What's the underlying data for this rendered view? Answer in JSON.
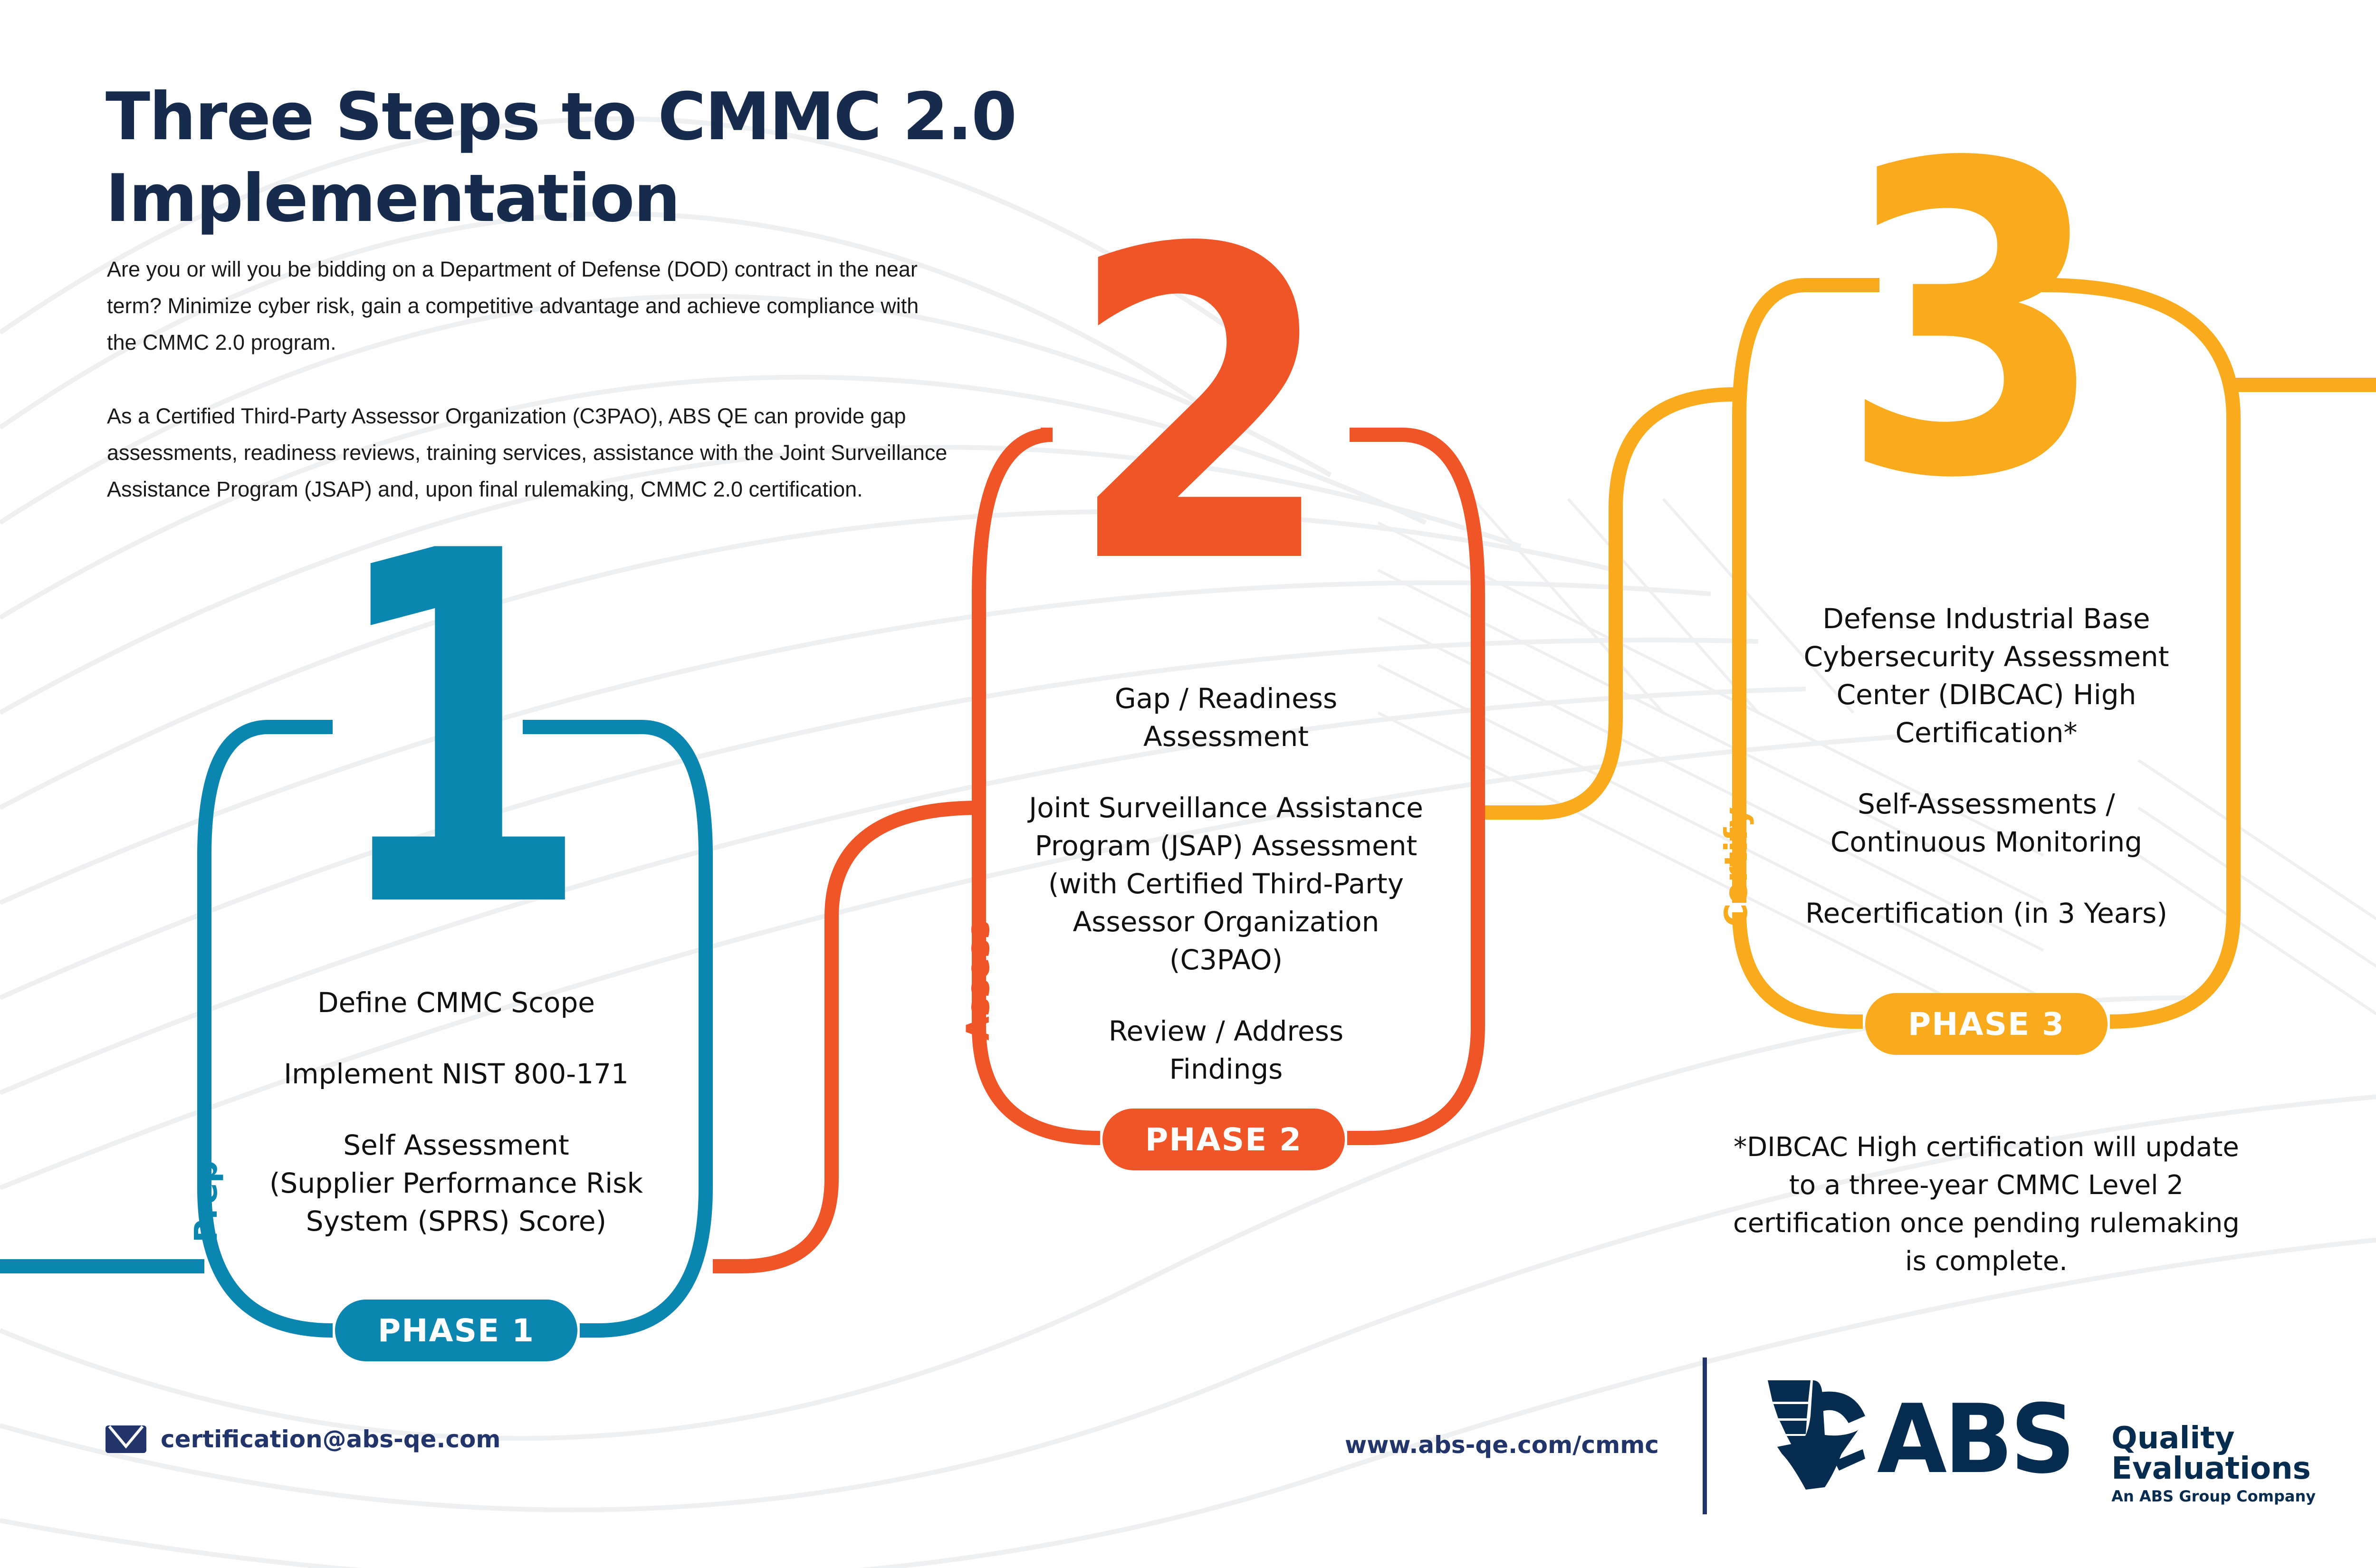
{
  "title": "Three Steps to CMMC 2.0 Implementation",
  "intro": [
    "Are you or will you be bidding on a Department of Defense (DOD) contract in the near term? Minimize cyber risk, gain a competitive advantage and achieve compliance with the CMMC 2.0 program.",
    "As a Certified Third-Party Assessor Organization (C3PAO), ABS QE can provide gap assessments, readiness reviews, training services, assistance with the Joint Surveillance Assistance Program (JSAP) and, upon final rulemaking, CMMC 2.0 certification."
  ],
  "colors": {
    "phase1": "#0a86b0",
    "phase2": "#f05527",
    "phase3": "#f9ab1d",
    "navy": "#172b4d"
  },
  "phases": [
    {
      "number": "1",
      "label": "Prep",
      "badge": "PHASE 1",
      "items": [
        "Define CMMC Scope",
        "Implement NIST 800-171",
        "Self Assessment\n(Supplier Performance Risk\nSystem (SPRS) Score)"
      ]
    },
    {
      "number": "2",
      "label": "Assess",
      "badge": "PHASE 2",
      "items": [
        "Gap / Readiness\nAssessment",
        "Joint Surveillance Assistance\nProgram (JSAP) Assessment\n(with Certified Third-Party\nAssessor Organization\n(C3PAO)",
        "Review / Address\nFindings"
      ]
    },
    {
      "number": "3",
      "label": "Certify",
      "badge": "PHASE 3",
      "items": [
        "Defense Industrial Base\nCybersecurity Assessment\nCenter (DIBCAC) High\nCertification*",
        "Self-Assessments /\nContinuous Monitoring",
        "Recertification (in 3 Years)"
      ]
    }
  ],
  "footnote": "*DIBCAC High certification will update to a three-year CMMC Level 2 certification once pending rulemaking is complete.",
  "footer": {
    "email_icon": "envelope-icon",
    "email": "certification@abs-qe.com",
    "website": "www.abs-qe.com/cmmc",
    "logo": {
      "mark_icon": "eagle-icon",
      "abs": "ABS",
      "line1": "Quality",
      "line2": "Evaluations",
      "tagline": "An ABS Group Company"
    }
  }
}
